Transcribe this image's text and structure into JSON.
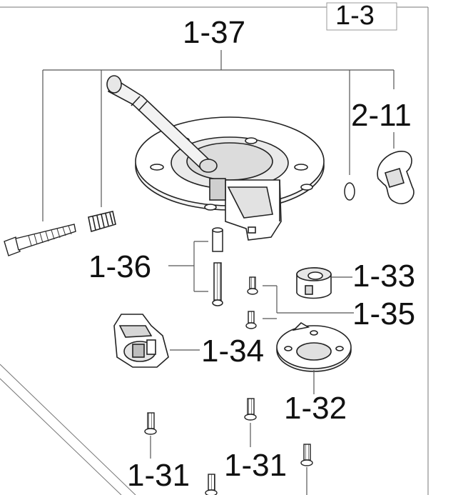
{
  "diagram": {
    "page_ref": "1-3",
    "labels": {
      "assembly_top": "1-37",
      "knob_part": "2-11",
      "screws_upper": "1-36",
      "clamp": "1-33",
      "small_screws": "1-35",
      "carriage": "1-34",
      "flange": "1-32",
      "screw_left": "1-31",
      "screw_right": "1-31"
    }
  }
}
